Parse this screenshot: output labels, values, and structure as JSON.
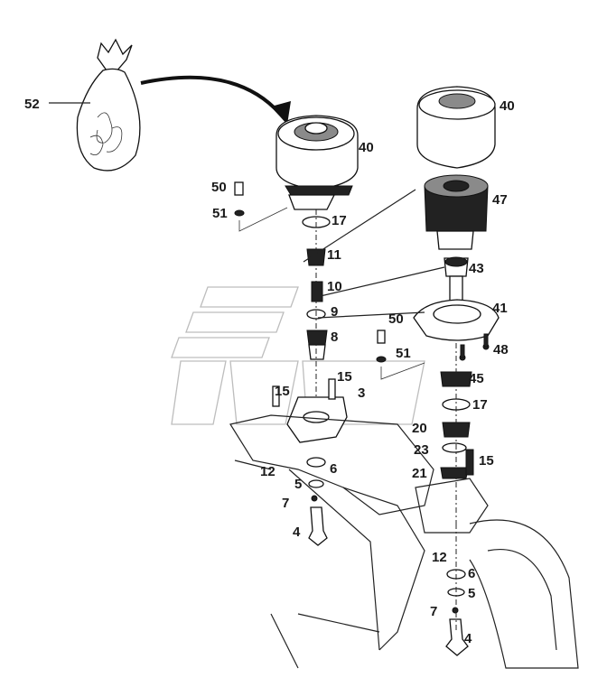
{
  "diagram": {
    "callouts": [
      "52",
      "40",
      "40",
      "47",
      "43",
      "41",
      "50",
      "51",
      "17",
      "11",
      "10",
      "9",
      "8",
      "50",
      "51",
      "48",
      "15",
      "15",
      "3",
      "45",
      "17",
      "20",
      "23",
      "21",
      "15",
      "12",
      "6",
      "5",
      "7",
      "4",
      "12",
      "6",
      "5",
      "7",
      "4"
    ]
  }
}
